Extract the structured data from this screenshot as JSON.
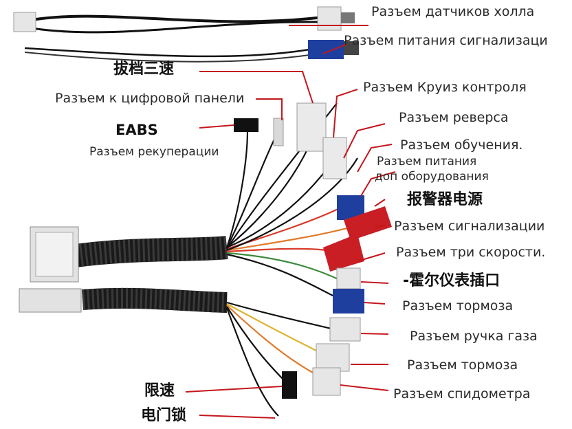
{
  "labels": {
    "hall_sensor": "Разъем датчиков холла",
    "alarm_power": "Разъем питания сигнализаци",
    "gear_cn": "拔档三速",
    "digital_panel": "Разъем к цифровой панели",
    "cruise": "Разъем Круиз контроля",
    "eabs": "EABS",
    "recuperation": "Разъем рекуперации",
    "reverse": "Разъем реверса",
    "learning": "Разъем обучения.",
    "aux_power_1": "Разъем питания",
    "aux_power_2": "доп оборудования",
    "alarm_power_cn": "报警器电源",
    "alarm": "Разъем сигнализации",
    "three_speed": "Разъем три скорости.",
    "hall_meter_cn": "霍尔仪表插口",
    "brake_1": "Разъем тормоза",
    "throttle": "Разъем ручка газа",
    "brake_2": "Разъем тормоза",
    "speedometer": "Разъем спидометра",
    "speed_limit_cn": "限速",
    "lock_cn": "电门锁"
  },
  "colors": {
    "leader": "#c4161c",
    "wire_black": "#111111",
    "sleeve": "#1a1a1a",
    "connector_white": "#e9e9e9",
    "connector_blue": "#1f3f9e",
    "connector_red": "#c81e24",
    "wire_red": "#d83a2a",
    "wire_orange": "#e07a2a",
    "wire_green": "#3b8a3b",
    "wire_yellow": "#d9b532"
  }
}
